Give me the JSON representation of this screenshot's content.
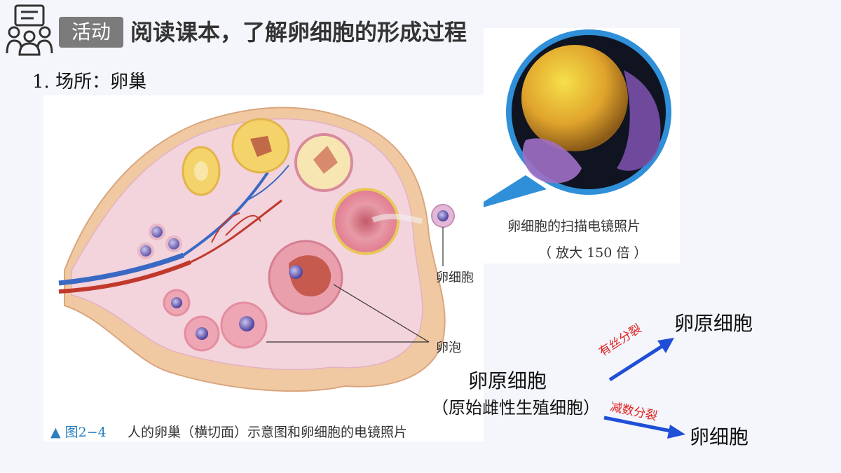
{
  "header": {
    "badge": "活动",
    "title": "阅读课本，了解卵细胞的形成过程"
  },
  "section": {
    "heading": "1. 场所：卵巢"
  },
  "figure": {
    "label_egg": "卵细胞",
    "label_follicle": "卵泡",
    "caption_marker": "▲",
    "caption_number": "图2−4",
    "caption_text": "人的卵巢（横切面）示意图和卵细胞的电镜照片"
  },
  "sem": {
    "caption": "卵细胞的扫描电镜照片",
    "magnification": "（ 放大 150 倍 ）"
  },
  "process": {
    "oogonium_top": "卵原细胞",
    "oogonium_main": "卵原细胞",
    "primordial_note": "（原始雌性生殖细胞）",
    "egg_cell": "卵细胞",
    "mitosis_label": "有丝分裂",
    "meiosis_label": "减数分裂"
  },
  "colors": {
    "badge_bg": "#7b7b7b",
    "arrow_blue": "#1f4fd6",
    "arrow_label_red": "#e02020",
    "caption_blue": "#2a7fc0"
  }
}
